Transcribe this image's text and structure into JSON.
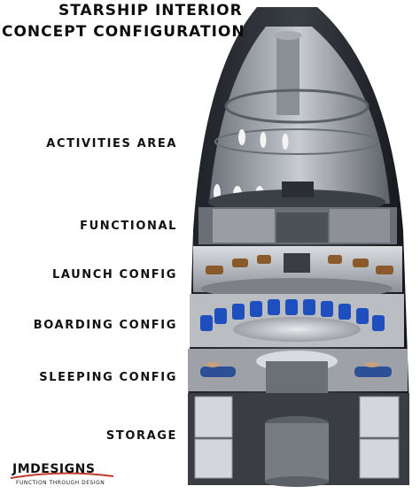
{
  "title": {
    "line1": "STARSHIP INTERIOR",
    "line2": "CONCEPT CONFIGURATION"
  },
  "sections": {
    "activities": "ACTIVITIES AREA",
    "functional": "FUNCTIONAL",
    "launch": "LAUNCH CONFIG",
    "boarding": "BOARDING CONFIG",
    "sleeping": "SLEEPING CONFIG",
    "storage": "STORAGE"
  },
  "logo": {
    "name": "JMDESIGNS",
    "tagline": "FUNCTION THROUGH DESIGN",
    "accent": "#c0392b"
  },
  "colors": {
    "seat_blue": "#1f4fbf",
    "hull_dark": "#2a2d33",
    "hull_light": "#b9bcc2"
  }
}
